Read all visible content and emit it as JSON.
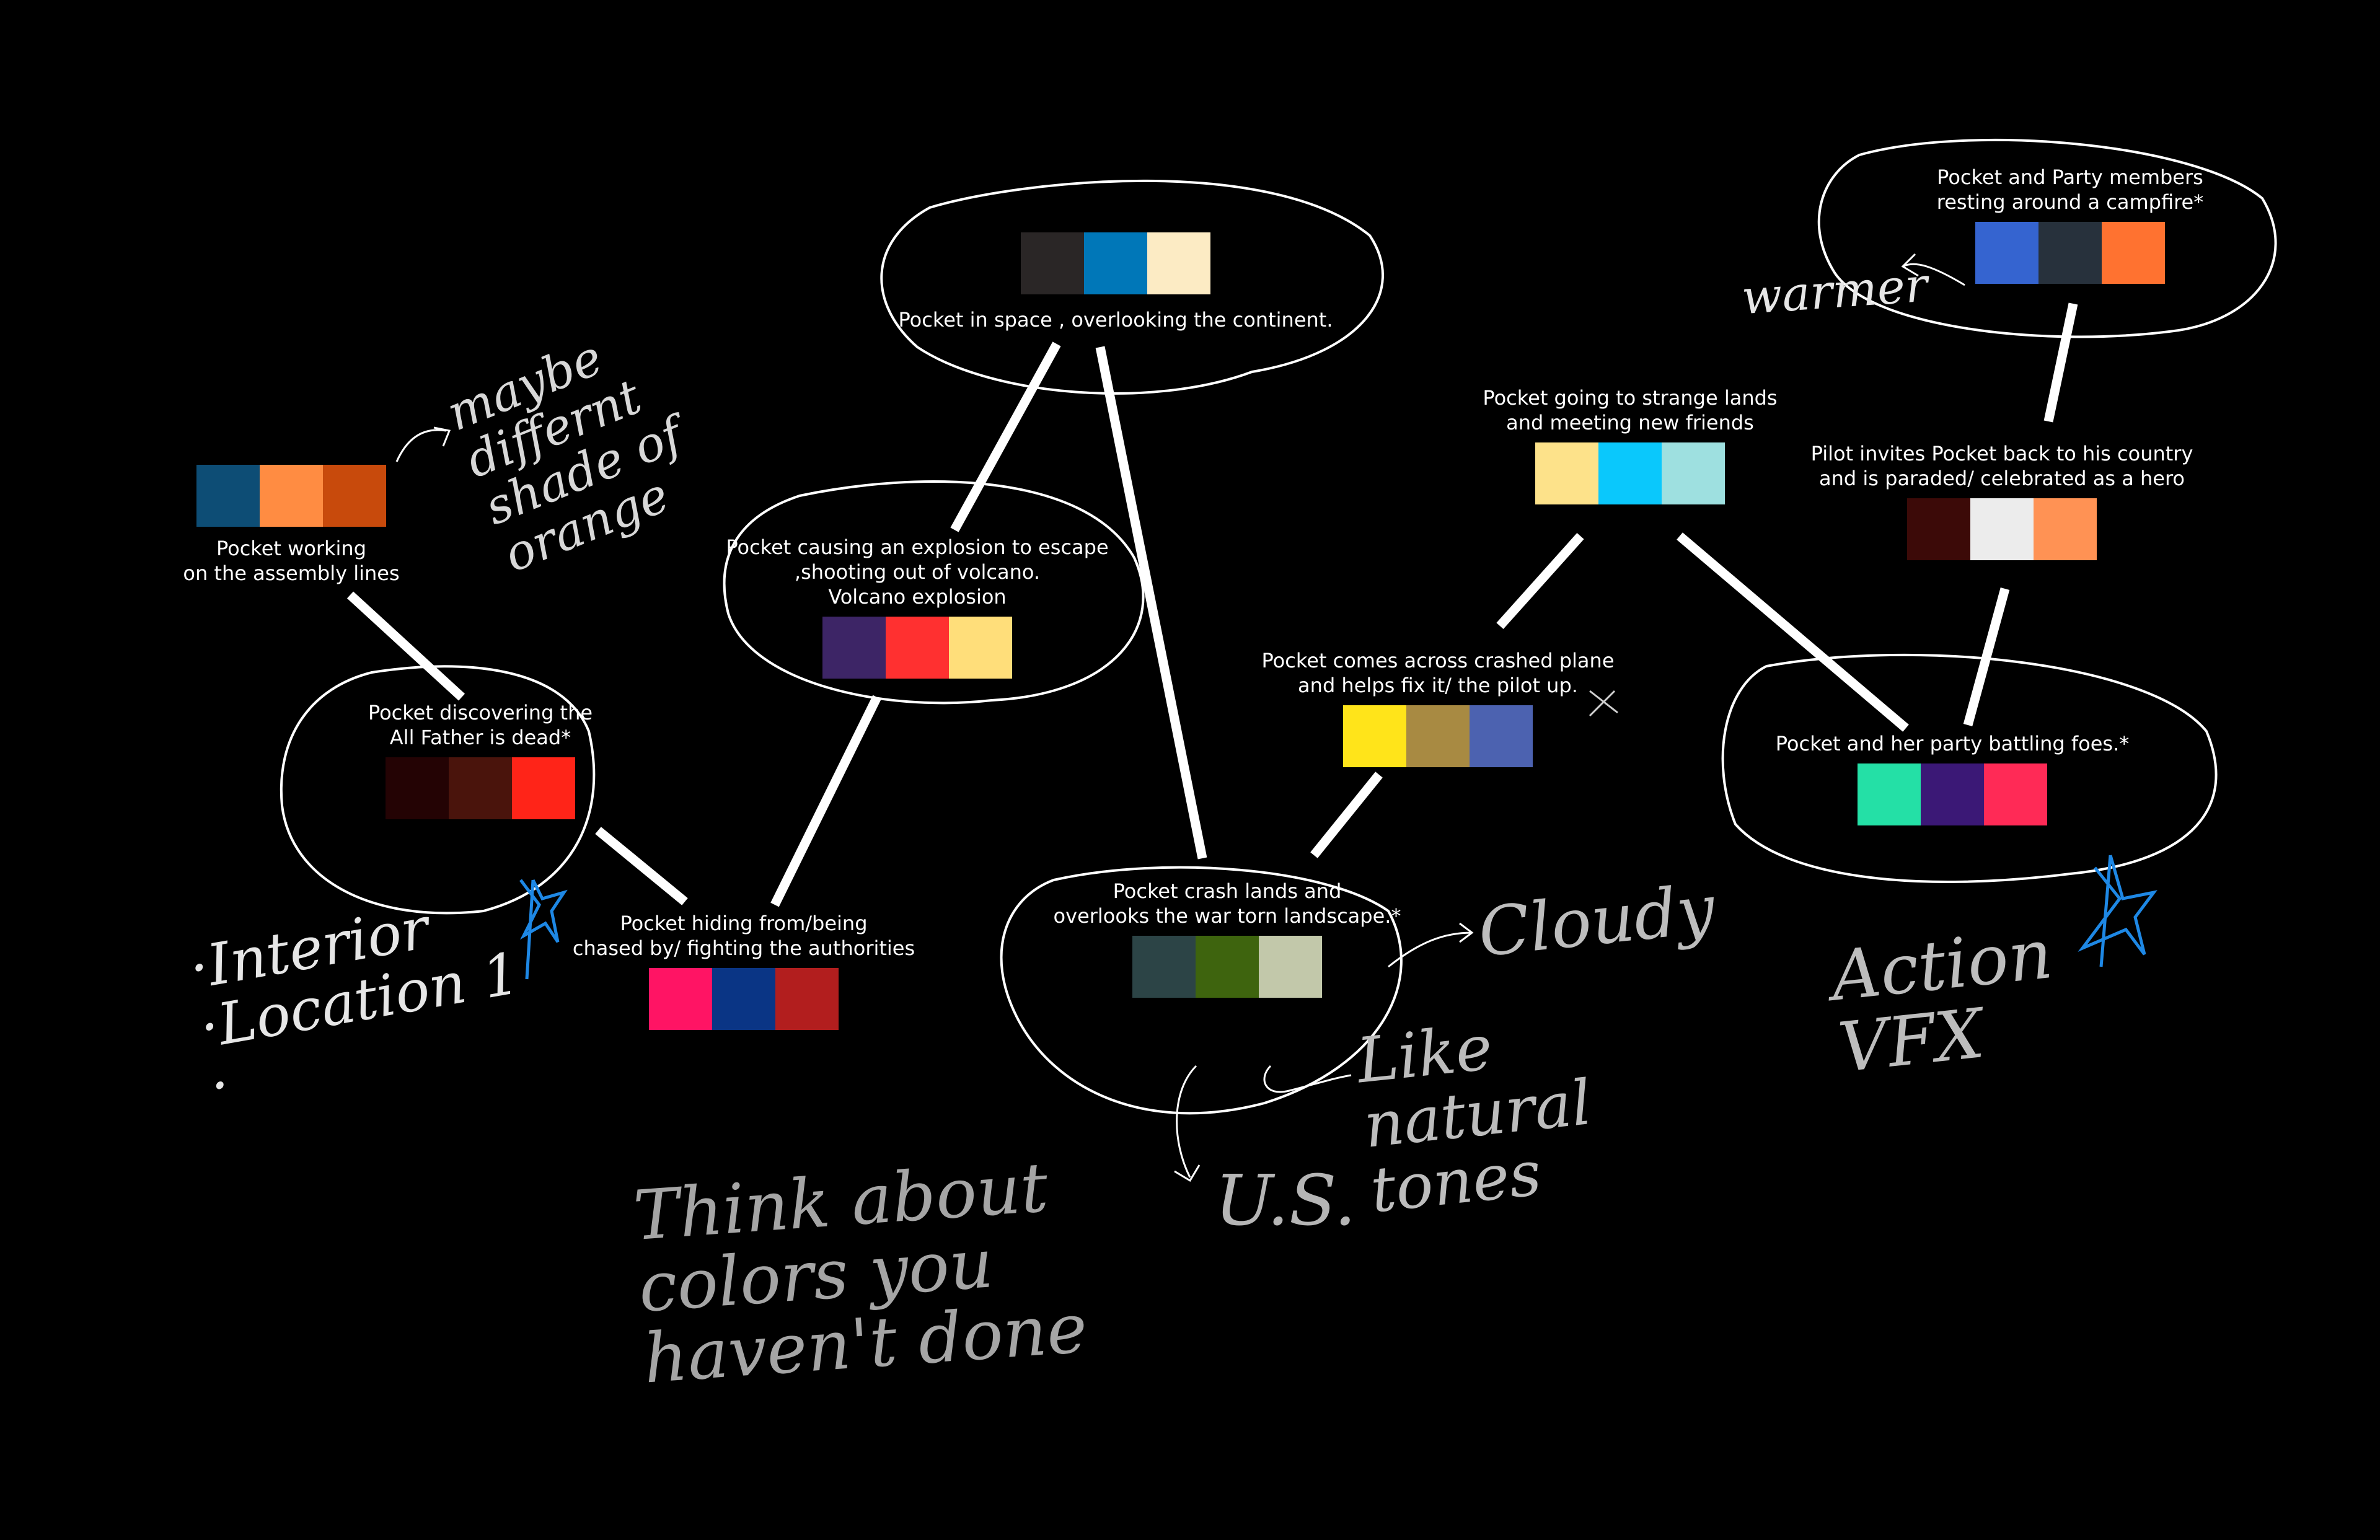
{
  "background": "#000000",
  "nodes": [
    {
      "id": "space",
      "caption": "Pocket in space , overlooking the continent.",
      "swatches": [
        "#2a2626",
        "#0077b8",
        "#fcebc4"
      ],
      "circled": true
    },
    {
      "id": "assembly",
      "caption": "Pocket working\non the assembly lines",
      "swatches": [
        "#0d4d75",
        "#ff8c42",
        "#c84a0c"
      ],
      "circled": false
    },
    {
      "id": "volcano",
      "caption": "Pocket causing an explosion to escape\n,shooting out of volcano.\nVolcano explosion",
      "swatches": [
        "#3d2566",
        "#ff3030",
        "#ffde7a"
      ],
      "circled": true
    },
    {
      "id": "allfather",
      "caption": "Pocket discovering the\nAll Father is dead*",
      "swatches": [
        "#240304",
        "#4a140c",
        "#ff2418"
      ],
      "circled": true
    },
    {
      "id": "hiding",
      "caption": "Pocket hiding from/being\nchased by/ fighting the authorities",
      "swatches": [
        "#ff1464",
        "#0a3585",
        "#b21e1e"
      ],
      "circled": false
    },
    {
      "id": "crash",
      "caption": "Pocket crash lands and\noverlooks the war torn landscape.*",
      "swatches": [
        "#2c4446",
        "#3e640e",
        "#c2c8aa"
      ],
      "circled": true
    },
    {
      "id": "plane",
      "caption": "Pocket comes across crashed plane\nand helps fix it/ the pilot up.",
      "swatches": [
        "#ffe41a",
        "#a88a42",
        "#4c62b0"
      ],
      "circled": false
    },
    {
      "id": "strange",
      "caption": "Pocket going to strange lands\nand meeting new friends",
      "swatches": [
        "#fde28a",
        "#0ac8fc",
        "#9ee0e0"
      ],
      "circled": false
    },
    {
      "id": "campfire",
      "caption": "Pocket and Party members\nresting around a campfire*",
      "swatches": [
        "#3564d0",
        "#27313c",
        "#ff7230"
      ],
      "circled": true
    },
    {
      "id": "pilot",
      "caption": "Pilot invites Pocket back to his country\nand is paraded/ celebrated as a hero",
      "swatches": [
        "#3c0a08",
        "#ececec",
        "#ff9254"
      ],
      "circled": false
    },
    {
      "id": "battle",
      "caption": "Pocket and her party battling foes.*",
      "swatches": [
        "#24e0a6",
        "#3b1876",
        "#ff2a56"
      ],
      "circled": true
    }
  ],
  "notes": [
    {
      "id": "maybe",
      "text": "maybe\ndiffernt\nshade of\norange"
    },
    {
      "id": "interior",
      "text": "·Interior\n·Location 1\n·"
    },
    {
      "id": "think",
      "text": "Think about\ncolors you\nhaven't done"
    },
    {
      "id": "us",
      "text": "U.S."
    },
    {
      "id": "cloudy",
      "text": "Cloudy"
    },
    {
      "id": "like",
      "text": "Like\nnatural\ntones"
    },
    {
      "id": "warmer",
      "text": "warmer"
    },
    {
      "id": "action",
      "text": "Action\nVFX"
    }
  ],
  "colors": {
    "line": "#ffffff",
    "star": "#1e88e5",
    "ink": "#cfcfcf"
  }
}
